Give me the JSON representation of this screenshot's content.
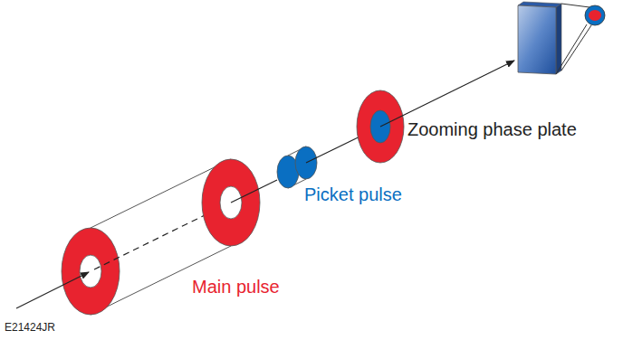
{
  "diagram": {
    "labels": [
      "Main pulse",
      "Picket pulse",
      "Zooming phase plate",
      "E21424JR"
    ]
  }
}
